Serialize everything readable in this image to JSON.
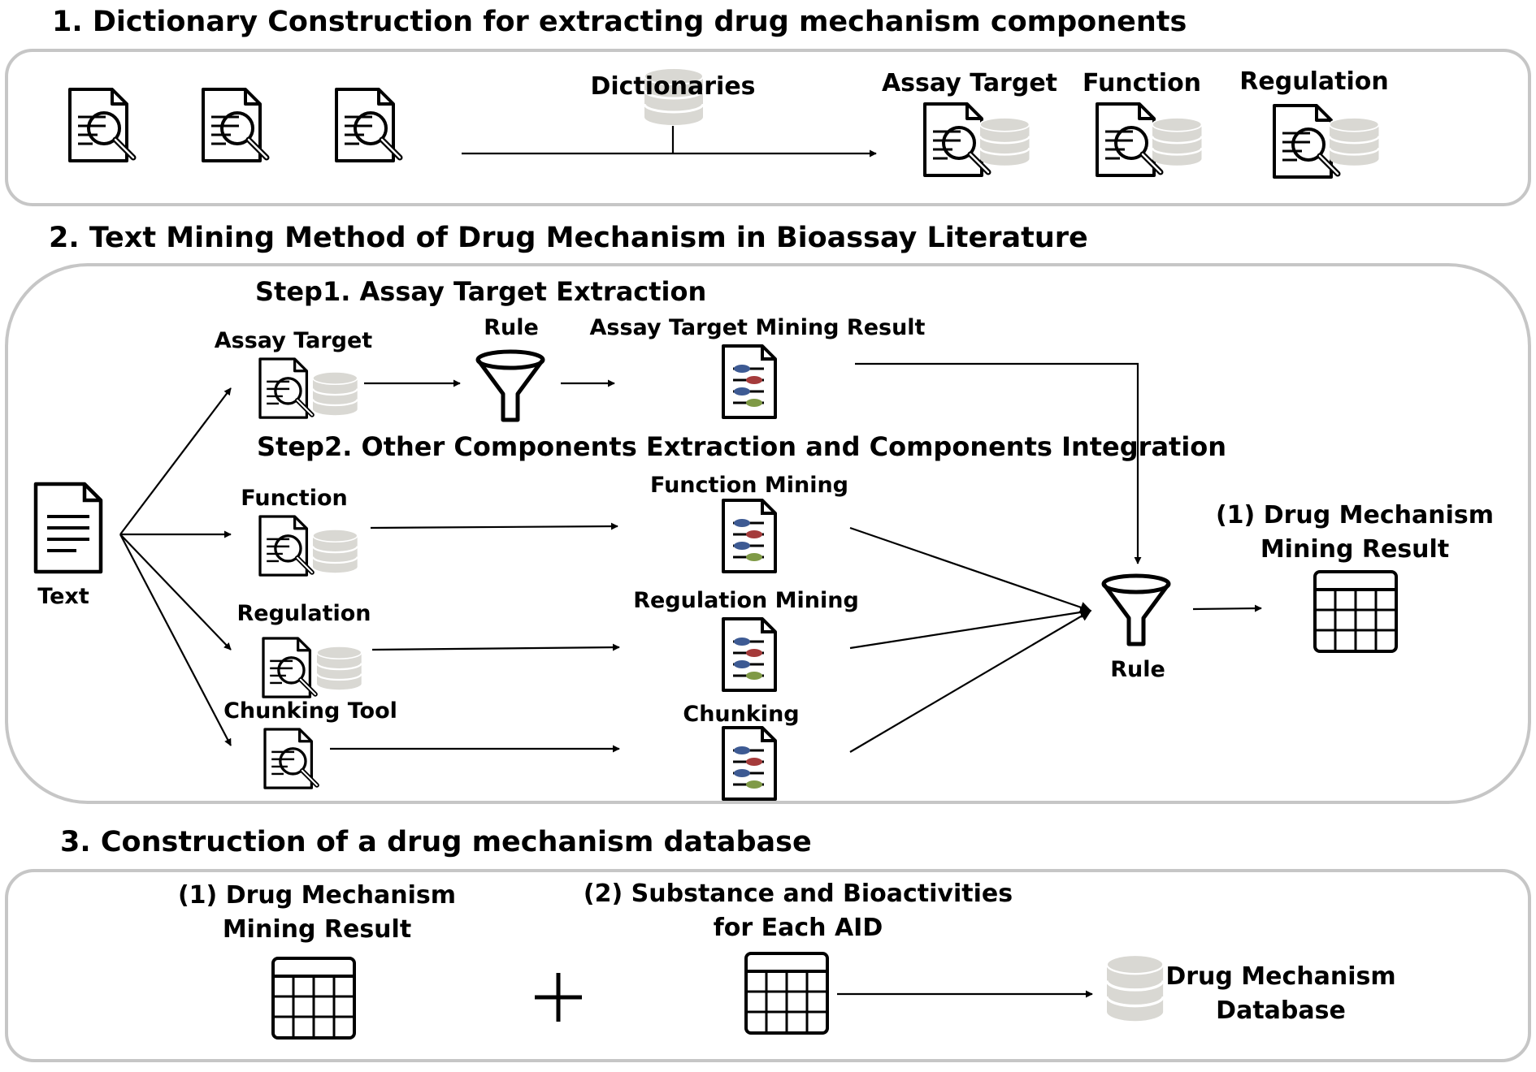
{
  "sections": {
    "s1_title": "1. Dictionary Construction for extracting drug mechanism components",
    "s2_title": "2. Text Mining Method of Drug Mechanism in Bioassay Literature",
    "s3_title": "3. Construction of a drug mechanism database"
  },
  "s1": {
    "dictionaries": "Dictionaries",
    "dict_labels": [
      "Assay Target",
      "Function",
      "Regulation"
    ]
  },
  "s2": {
    "step1": "Step1. Assay Target Extraction",
    "step2": "Step2. Other Components Extraction and Components Integration",
    "text": "Text",
    "left": [
      "Assay Target",
      "Function",
      "Regulation",
      "Chunking Tool"
    ],
    "rule_top": "Rule",
    "results": [
      "Assay Target Mining Result",
      "Function Mining",
      "Regulation Mining",
      "Chunking"
    ],
    "rule_mid": "Rule",
    "final": [
      "(1) Drug Mechanism",
      "Mining Result"
    ]
  },
  "s3": {
    "left": [
      "(1) Drug Mechanism",
      "Mining Result"
    ],
    "mid": [
      "(2) Substance and Bioactivities",
      "for Each AID"
    ],
    "right": [
      "Drug Mechanism",
      "Database"
    ]
  },
  "icons": [
    "document-search-icon",
    "database-icon",
    "funnel-icon",
    "result-document-icon",
    "text-document-icon",
    "table-icon",
    "plus-icon"
  ],
  "colors": {
    "panel_border": "#c6c6c6",
    "db_fill": "#d9d8d3",
    "dot_blue": "#3d5a93",
    "dot_red": "#a53b3b",
    "dot_green": "#7f9a46"
  }
}
